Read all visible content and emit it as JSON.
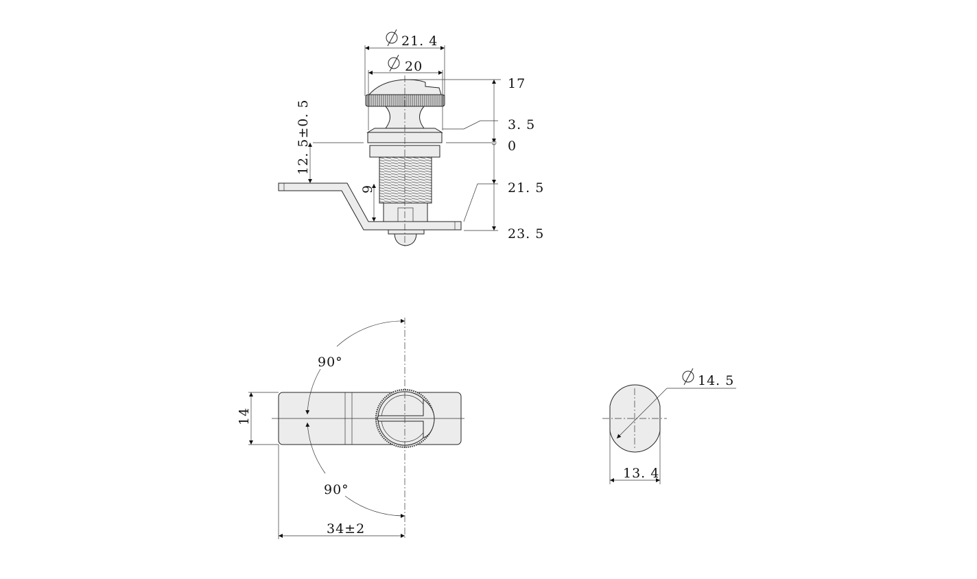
{
  "title": "Cam lock dimension drawing",
  "side_view": {
    "dia_outer": "21. 4",
    "dia_inner": "20",
    "heights": [
      "17",
      "3. 5",
      "0",
      "21. 5",
      "23. 5"
    ],
    "panel_thickness": "12. 5±0. 5",
    "thread_length": "9"
  },
  "front_view": {
    "angle_top": "90°",
    "angle_bottom": "90°",
    "width": "14",
    "length": "34±2"
  },
  "key_view": {
    "dia": "14. 5",
    "flat": "13. 4"
  },
  "colors": {
    "part_fill": "#ececec",
    "line": "#222222"
  }
}
